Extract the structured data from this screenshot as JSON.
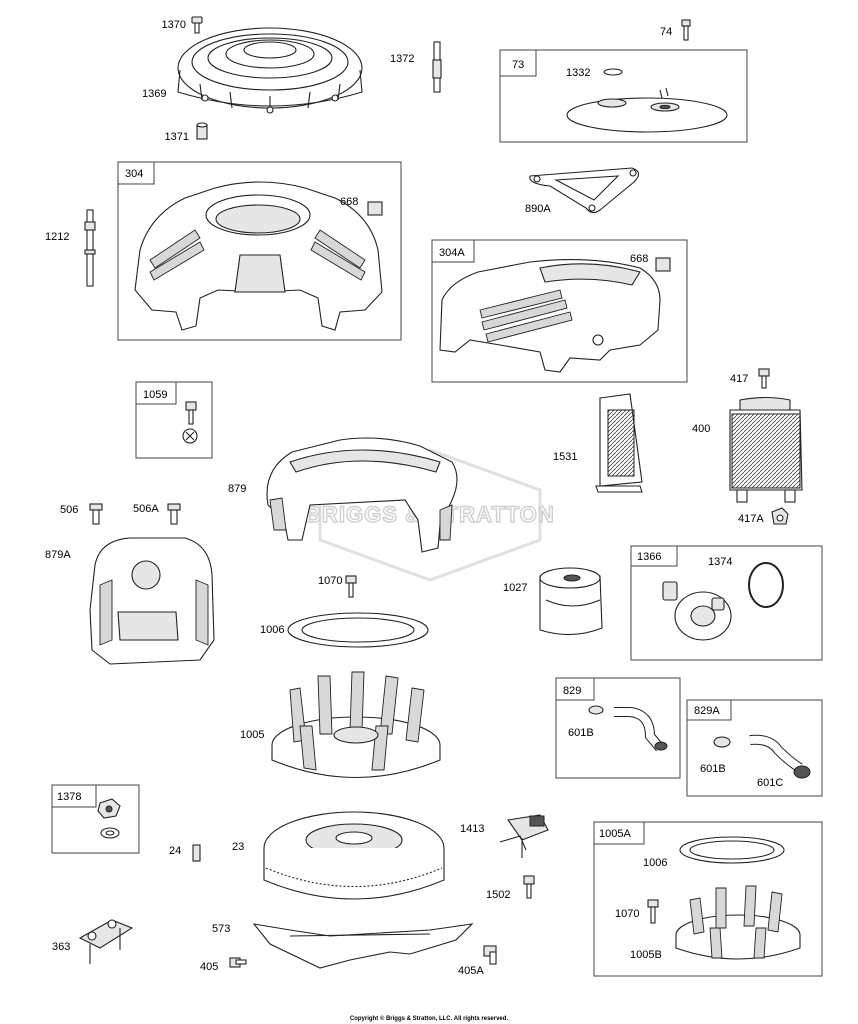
{
  "watermark": "BRIGGS & STRATTON",
  "copyright": "Copyright © Briggs & Stratton, LLC. All rights reserved.",
  "parts": {
    "p1370": "1370",
    "p1369": "1369",
    "p1371": "1371",
    "p1372": "1372",
    "p74": "74",
    "p73": "73",
    "p1332": "1332",
    "p890A": "890A",
    "p304": "304",
    "p668a": "668",
    "p1212": "1212",
    "p304A": "304A",
    "p668b": "668",
    "p1059": "1059",
    "p879": "879",
    "p1531": "1531",
    "p417": "417",
    "p400": "400",
    "p417A": "417A",
    "p506": "506",
    "p506A": "506A",
    "p879A": "879A",
    "p1070a": "1070",
    "p1006a": "1006",
    "p1027": "1027",
    "p1366": "1366",
    "p1374": "1374",
    "p1005": "1005",
    "p829": "829",
    "p601Ba": "601B",
    "p829A": "829A",
    "p601Bb": "601B",
    "p601C": "601C",
    "p1378": "1378",
    "p24": "24",
    "p23": "23",
    "p1413": "1413",
    "p1502": "1502",
    "p1005A": "1005A",
    "p1006b": "1006",
    "p1070b": "1070",
    "p1005B": "1005B",
    "p363": "363",
    "p573": "573",
    "p405": "405",
    "p405A": "405A"
  }
}
